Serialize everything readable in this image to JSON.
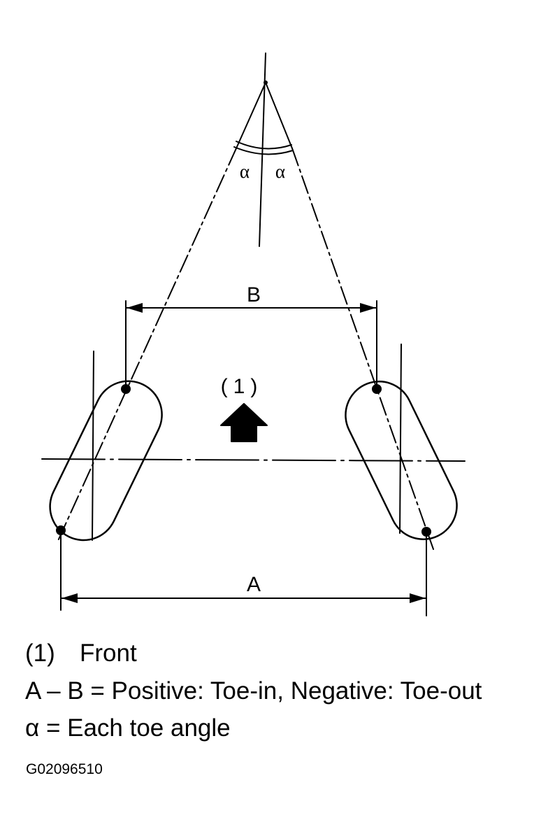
{
  "diagram": {
    "labels": {
      "alpha_left": "α",
      "alpha_right": "α",
      "dimension_b": "B",
      "dimension_a": "A",
      "front_marker": "(1)"
    },
    "icons": {
      "front_arrow": "up-arrow-icon"
    }
  },
  "legend": {
    "item1_number": "(1)",
    "item1_text": "Front",
    "line2": "A – B = Positive: Toe-in, Negative: Toe-out",
    "line3": "α = Each toe angle"
  },
  "figure_id": "G02096510"
}
